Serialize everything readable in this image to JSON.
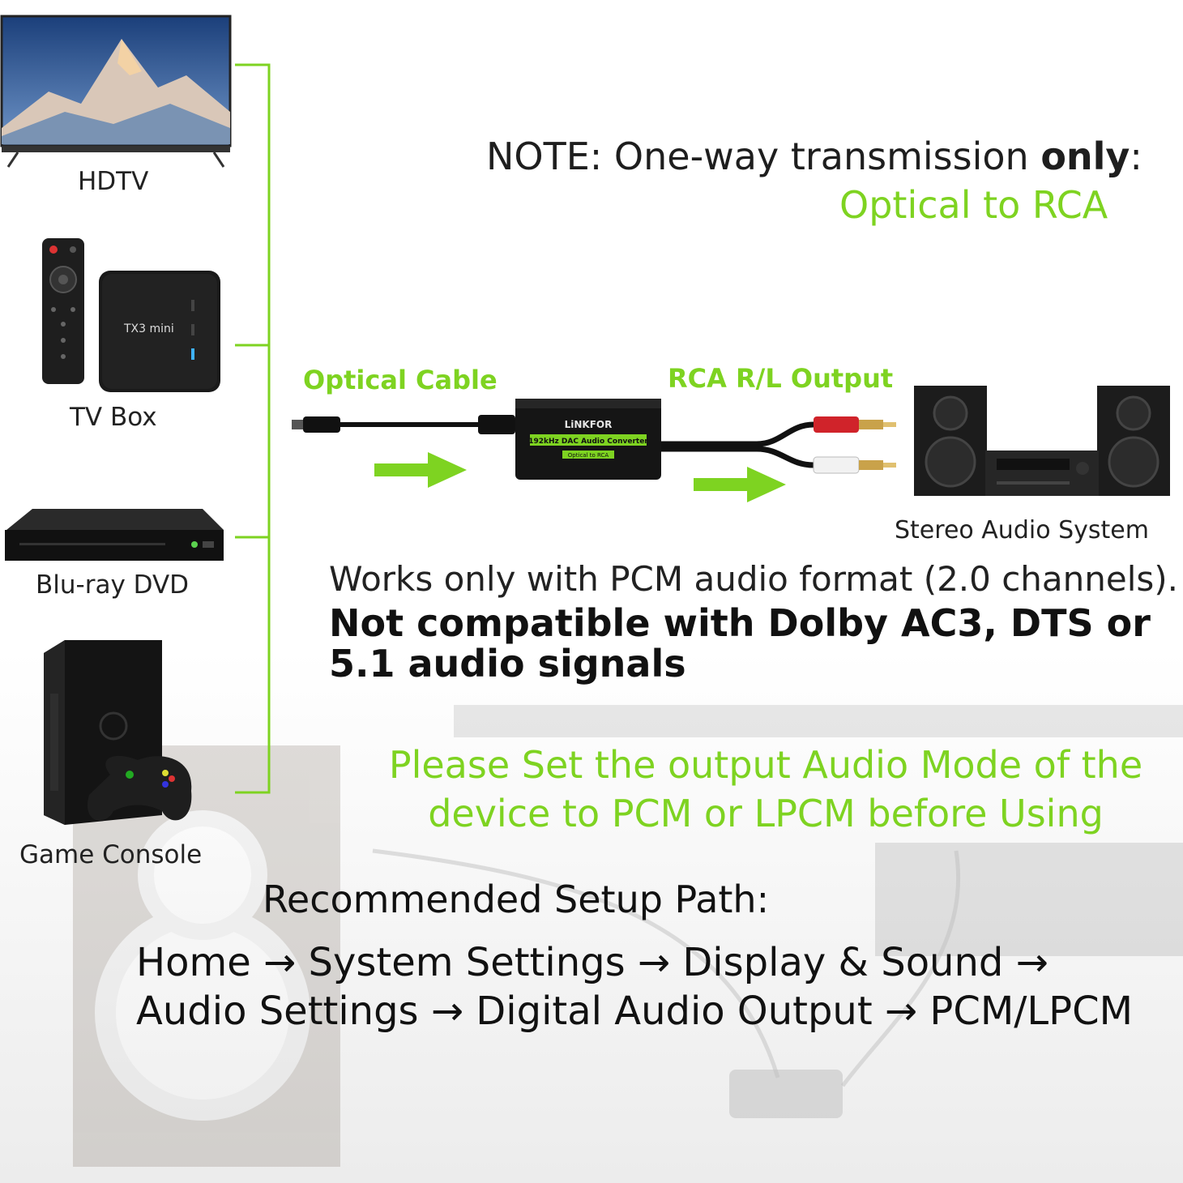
{
  "devices": {
    "hdtv": "HDTV",
    "tvbox": "TV Box",
    "bluray": "Blu-ray DVD",
    "console": "Game Console"
  },
  "note": {
    "prefix": "NOTE: One-way transmission",
    "bold": "only",
    "suffix": ":",
    "direction": "Optical to RCA"
  },
  "diagram": {
    "optical_cable": "Optical Cable",
    "rca_output": "RCA R/L Output",
    "stereo": "Stereo Audio System",
    "converter_brand": "LiNKFOR",
    "converter_model": "192kHz DAC Audio Converter",
    "converter_tag": "Optical to RCA",
    "tvbox_brand": "TX3 mini"
  },
  "compat": {
    "works": "Works only with PCM audio format (2.0 channels).",
    "not_compatible": "Not compatible with Dolby AC3, DTS or 5.1 audio signals"
  },
  "please": {
    "line1": "Please Set the output Audio Mode of the",
    "line2": "device to PCM or LPCM before Using"
  },
  "setup": {
    "title": "Recommended Setup Path:",
    "line1": "Home → System Settings → Display & Sound →",
    "line2": "Audio Settings → Digital Audio Output → PCM/LPCM"
  },
  "colors": {
    "accent_green": "#7ed321",
    "bracket_green": "#7ed321"
  }
}
